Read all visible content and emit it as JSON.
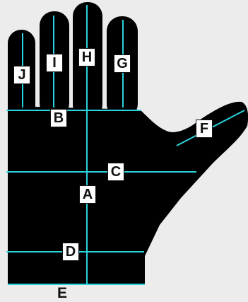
{
  "colors": {
    "background": "#ececec",
    "glove": "#000000",
    "measure_line": "#2ad4dc",
    "label_box": "#ffffff"
  },
  "labels": {
    "a": "A",
    "b": "B",
    "c": "C",
    "d": "D",
    "e": "E",
    "f": "F",
    "g": "G",
    "h": "H",
    "i": "I",
    "j": "J"
  }
}
